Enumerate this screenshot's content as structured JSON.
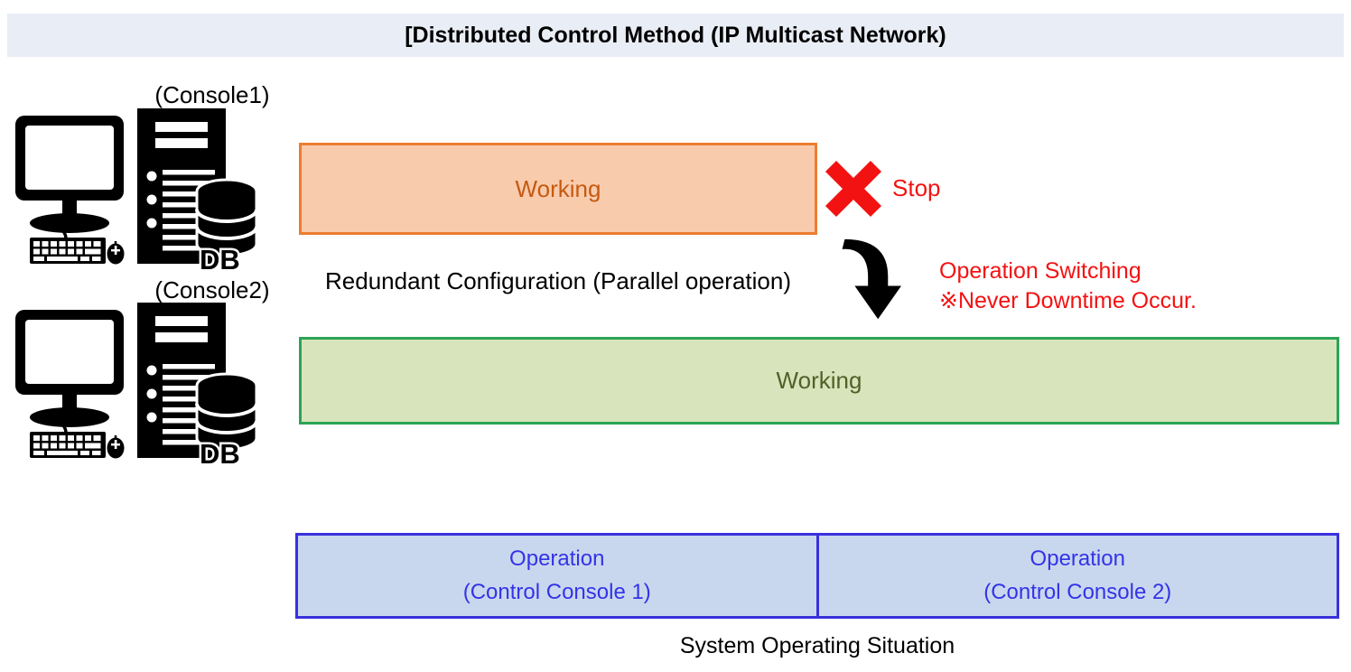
{
  "title": "[Distributed Control Method (IP Multicast Network)",
  "consoles": [
    {
      "label": "(Console1)",
      "db": "DB"
    },
    {
      "label": "(Console2)",
      "db": "DB"
    }
  ],
  "flow": {
    "working_top": "Working",
    "stop": "Stop",
    "redundant_caption": "Redundant Configuration (Parallel operation)",
    "switch_line1": "Operation Switching",
    "switch_line2": "※Never Downtime Occur.",
    "working_bottom": "Working"
  },
  "operation_table": {
    "cells": [
      {
        "title": "Operation",
        "subtitle": "(Control Console 1)"
      },
      {
        "title": "Operation",
        "subtitle": "(Control Console 2)"
      }
    ],
    "caption": "System Operating Situation"
  },
  "colors": {
    "title_bar_bg": "#E9EDF5",
    "orange_fill": "#F9CBAD",
    "orange_border": "#ED7D31",
    "orange_text": "#C55A11",
    "green_fill": "#D8E4BC",
    "green_border": "#2BA455",
    "green_text": "#4E6227",
    "blue_fill": "#C9D7EE",
    "blue_border": "#3A30DC",
    "blue_text": "#3333E8",
    "alert_red": "#F31212",
    "icon_black": "#000000"
  }
}
